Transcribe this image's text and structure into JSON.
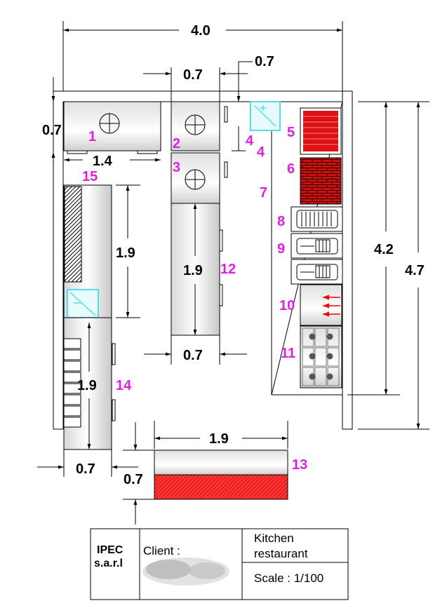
{
  "dimensions": {
    "total_width": "4.0",
    "top_07a": "0.7",
    "top_07b": "0.7",
    "left_07": "0.7",
    "w_14": "1.4",
    "d4": "4",
    "h_42": "4.2",
    "h_47": "4.7",
    "h19_left": "1.9",
    "h19_mid": "1.9",
    "w07_mid": "0.7",
    "h19_14": "1.9",
    "w07_bottom": "0.7",
    "w19_13": "1.9",
    "h07_13": "0.7"
  },
  "items": [
    "1",
    "2",
    "3",
    "4",
    "5",
    "6",
    "7",
    "8",
    "9",
    "10",
    "11",
    "12",
    "13",
    "14",
    "15"
  ],
  "title_block": {
    "company_line1": "IPEC",
    "company_line2": "s.a.r.l",
    "client_label": "Client :",
    "project_line1": "Kitchen",
    "project_line2": "restaurant",
    "scale": "Scale : 1/100"
  },
  "colors": {
    "label": "#e020e0",
    "brick": "#cc1111",
    "sink": "#55dde8"
  }
}
